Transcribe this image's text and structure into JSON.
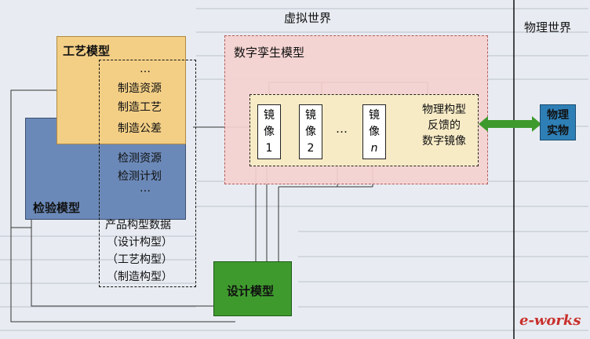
{
  "header": {
    "virtual_world": "虚拟世界",
    "physical_world": "物理世界"
  },
  "process_model": {
    "title": "工艺模型"
  },
  "inspection_model": {
    "title": "检验模型"
  },
  "design_model": {
    "title": "设计模型"
  },
  "physical_object": {
    "line1": "物理",
    "line2": "实物"
  },
  "digital_twin": {
    "title": "数字孪生模型",
    "mirrors": [
      {
        "line1": "镜",
        "line2": "像",
        "line3": "1"
      },
      {
        "line1": "镜",
        "line2": "像",
        "line3": "2"
      },
      {
        "line1": "镜",
        "line2": "像",
        "line3": "n"
      }
    ],
    "ellipsis": "…",
    "feedback_line1": "物理构型",
    "feedback_line2": "反馈的",
    "feedback_line3": "数字镜像"
  },
  "product_data": {
    "ellipsis_top": "…",
    "items": [
      "制造资源",
      "制造工艺",
      "制造公差",
      "检测资源",
      "检测计划"
    ],
    "ellipsis_bottom": "…",
    "title": "产品构型数据",
    "configs": [
      "（设计构型）",
      "（工艺构型）",
      "（制造构型）"
    ]
  },
  "watermark": {
    "text": "e-works"
  },
  "colors": {
    "process_fill": "#f3cf86",
    "inspection_fill": "#6b89b8",
    "design_fill": "#3f9a2e",
    "twin_fill": "#f6d2d0",
    "physical_fill": "#2e7fb6",
    "arrow_green": "#3f9a2e"
  }
}
